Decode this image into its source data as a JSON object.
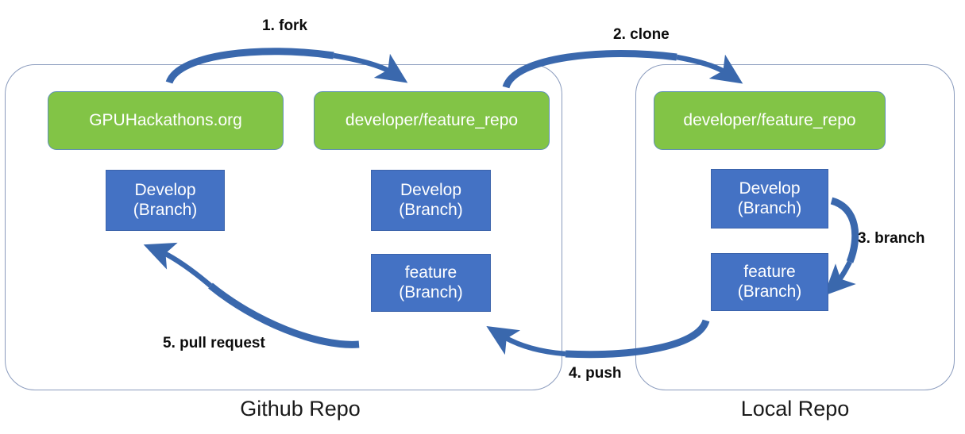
{
  "diagram": {
    "title": "Git fork / clone / branch / push / pull-request workflow",
    "colors": {
      "repo_green": "#82c446",
      "branch_blue": "#4472c4",
      "arrow_blue": "#3a68ad",
      "container_outline": "#8a9bbd",
      "label_text": "#0d0d0d",
      "box_text": "#ffffff"
    },
    "containers": [
      {
        "id": "github",
        "label": "Github Repo"
      },
      {
        "id": "local",
        "label": "Local Repo"
      }
    ],
    "repos": [
      {
        "id": "gpu",
        "label": "GPUHackathons.org"
      },
      {
        "id": "fork",
        "label": "developer/feature_repo"
      },
      {
        "id": "local",
        "label": "developer/feature_repo"
      }
    ],
    "branches": [
      {
        "id": "gh-develop",
        "name": "Develop",
        "kind": "(Branch)"
      },
      {
        "id": "fork-develop",
        "name": "Develop",
        "kind": "(Branch)"
      },
      {
        "id": "fork-feature",
        "name": "feature",
        "kind": "(Branch)"
      },
      {
        "id": "local-develop",
        "name": "Develop",
        "kind": "(Branch)"
      },
      {
        "id": "local-feature",
        "name": "feature",
        "kind": "(Branch)"
      }
    ],
    "steps": [
      {
        "number": "1",
        "label": "1. fork",
        "from": "GPUHackathons.org",
        "to": "developer/feature_repo (Github)"
      },
      {
        "number": "2",
        "label": "2. clone",
        "from": "developer/feature_repo (Github)",
        "to": "developer/feature_repo (Local)"
      },
      {
        "number": "3",
        "label": "3. branch",
        "from": "Develop (Local)",
        "to": "feature (Local)"
      },
      {
        "number": "4",
        "label": "4. push",
        "from": "feature (Local)",
        "to": "feature (Github fork)"
      },
      {
        "number": "5",
        "label": "5. pull request",
        "from": "feature (Github fork)",
        "to": "Develop (Github)"
      }
    ]
  }
}
